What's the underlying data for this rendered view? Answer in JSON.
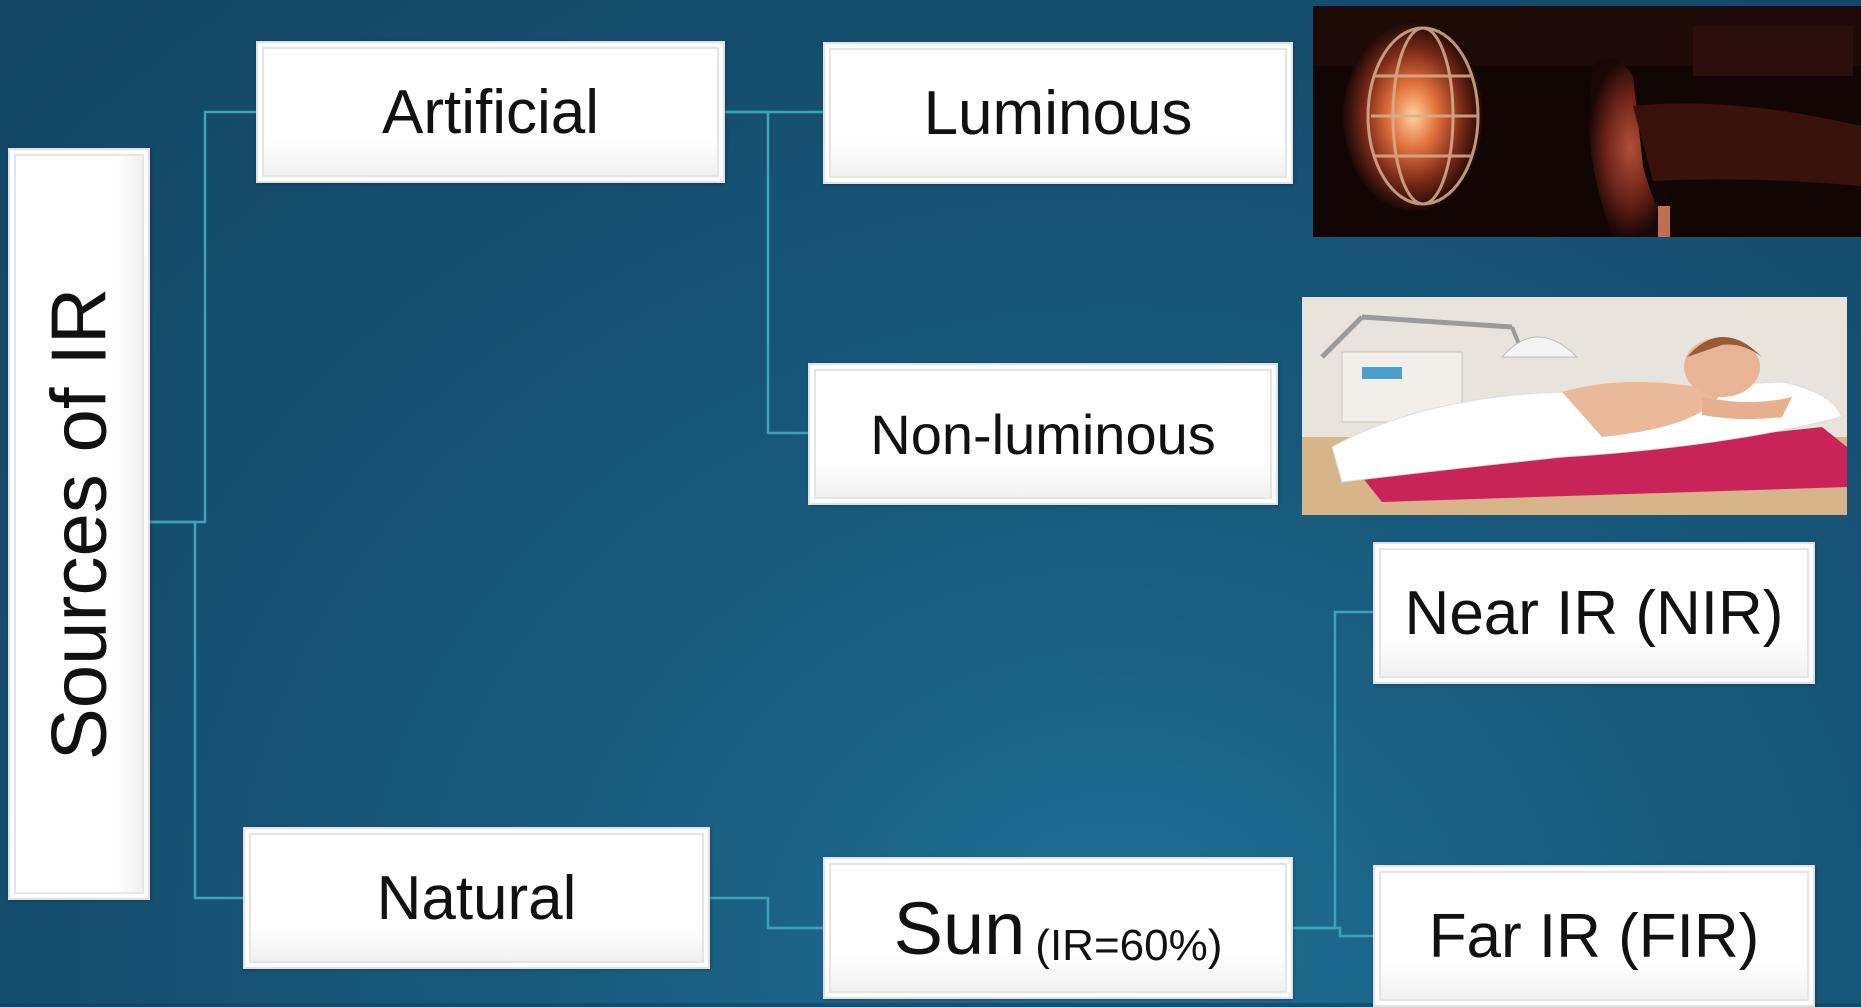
{
  "diagram": {
    "root": {
      "label": "Sources of IR"
    },
    "artificial": {
      "label": "Artificial"
    },
    "natural": {
      "label": "Natural"
    },
    "luminous": {
      "label": "Luminous"
    },
    "non_luminous": {
      "label": "Non-luminous"
    },
    "sun": {
      "label": "Sun",
      "note": "(IR=60%)"
    },
    "near_ir": {
      "label": "Near IR (NIR)"
    },
    "far_ir": {
      "label": "Far IR (FIR)"
    }
  },
  "colors": {
    "background": "#17587a",
    "connector": "#3fa3b8",
    "box": "#ffffff",
    "text": "#111111"
  }
}
